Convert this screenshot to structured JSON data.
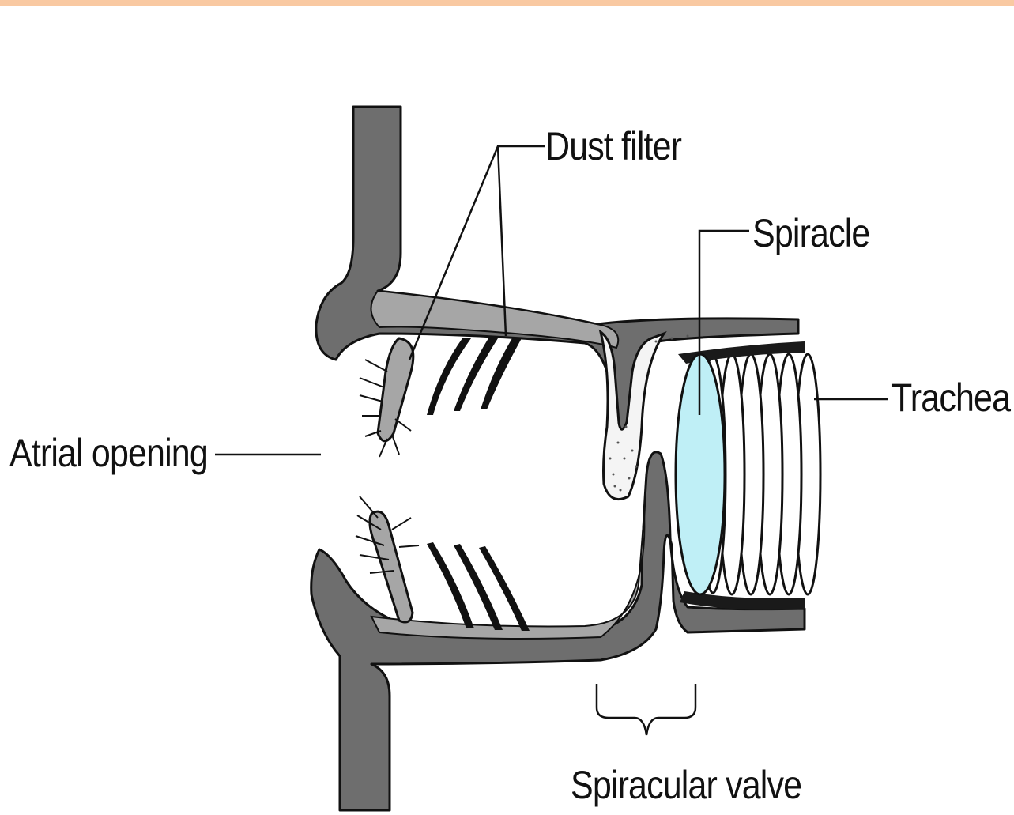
{
  "colors": {
    "top_band": "#f9c9a2",
    "cuticle_dark": "#6e6e6e",
    "cuticle_light": "#a6a6a6",
    "spiracle_fill": "#bfeff6",
    "outline": "#111111"
  },
  "labels": {
    "dust_filter": "Dust filter",
    "spiracle": "Spiracle",
    "trachea": "Trachea",
    "atrial_opening": "Atrial opening",
    "spiracular_valve": "Spiracular valve"
  }
}
